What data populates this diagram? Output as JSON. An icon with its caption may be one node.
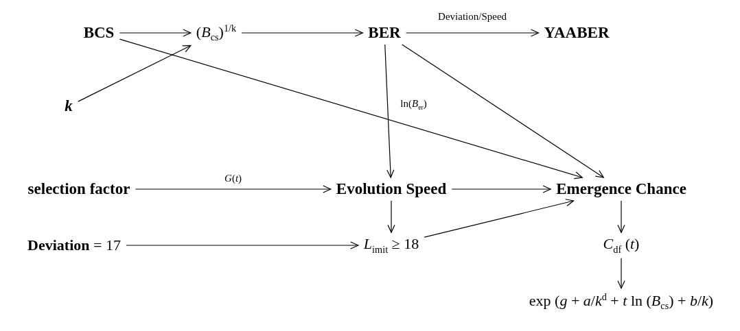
{
  "diagram": {
    "nodes": [
      {
        "text": [
          "BCS"
        ]
      },
      {
        "text": [
          "(*B*$_{cs}$)$^{1/k}$"
        ]
      },
      {
        "text": [
          "BER"
        ]
      },
      {
        "text": [
          "YAABER"
        ]
      },
      {
        "text": [
          "k"
        ]
      },
      {
        "text": [
          "selection factor"
        ]
      },
      {
        "text": [
          "Evolution Speed"
        ]
      },
      {
        "text": [
          "Emergence Chance"
        ]
      },
      {
        "text": [
          "**Deviation** = 17"
        ]
      },
      {
        "text": [
          "*L*$_{imit}$ ≥ 18"
        ]
      },
      {
        "text": [
          "*C*$_{df}$ (*t*)"
        ]
      },
      {
        "text": [
          "exp (*g* + *a*/*k*$^{d}$ + *t* ln (*B*$_{cs}$) + *b*/*k*)"
        ]
      }
    ],
    "edges": [
      {
        "from": 0,
        "to": 1,
        "arrow": "to"
      },
      {
        "from": 1,
        "to": 2,
        "arrow": "to"
      },
      {
        "from": 2,
        "to": 3,
        "arrow": "to",
        "label": "Deviation/Speed"
      },
      {
        "from": 4,
        "to": 1,
        "arrow": "to"
      },
      {
        "from": 0,
        "to": 7,
        "arrow": "to"
      },
      {
        "from": 2,
        "to": 6,
        "arrow": "to",
        "label": "ln(*B*$_{er}$)"
      },
      {
        "from": 2,
        "to": 7,
        "arrow": "to"
      },
      {
        "from": 5,
        "to": 6,
        "arrow": "to",
        "label": "*G*(*t*)"
      },
      {
        "from": 6,
        "to": 7,
        "arrow": "to"
      },
      {
        "from": 6,
        "to": 9,
        "arrow": "to"
      },
      {
        "from": 9,
        "to": 7,
        "arrow": "to"
      },
      {
        "from": 8,
        "to": 9,
        "arrow": "to"
      },
      {
        "from": 7,
        "to": 10,
        "arrow": "to"
      },
      {
        "from": 10,
        "to": 11,
        "arrow": "to"
      }
    ]
  }
}
